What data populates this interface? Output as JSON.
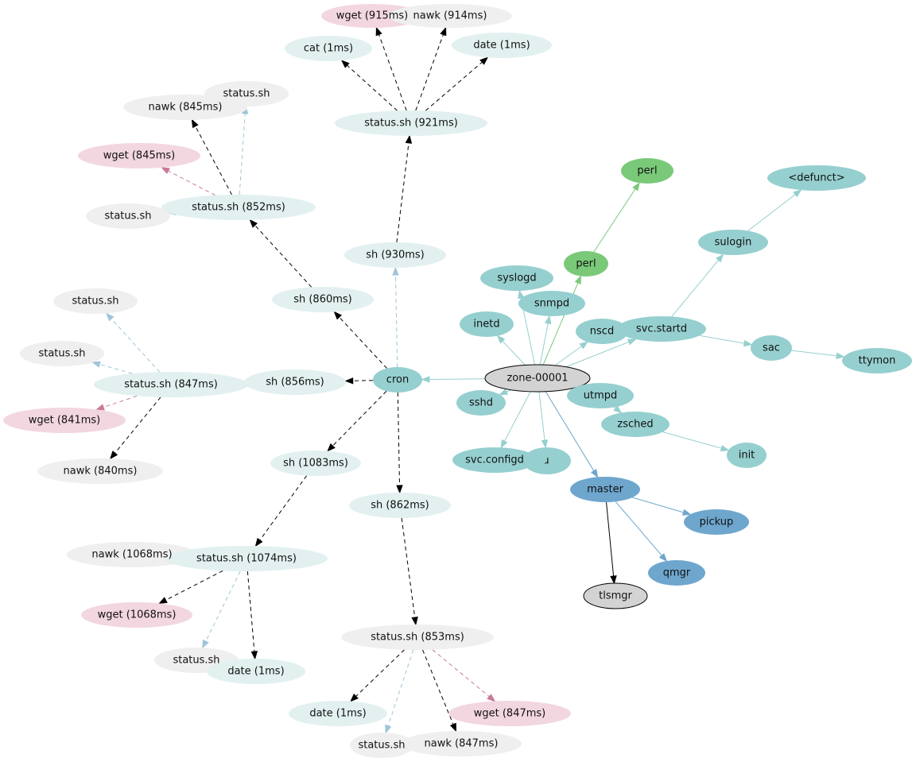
{
  "styles": {
    "cyan": {
      "fill": "#e2f0f0",
      "stroke": "none"
    },
    "gray": {
      "fill": "#efefef",
      "stroke": "none"
    },
    "pink": {
      "fill": "#f2d6e0",
      "stroke": "none"
    },
    "teal": {
      "fill": "#96cfcf",
      "stroke": "none"
    },
    "green": {
      "fill": "#79c979",
      "stroke": "none"
    },
    "blue": {
      "fill": "#6ea6cd",
      "stroke": "none"
    },
    "root": {
      "fill": "#d3d3d3",
      "stroke": "#000000"
    }
  },
  "edge_colors": {
    "black": "#000000",
    "lightblue": "#a0c4d8",
    "pink": "#c9799a",
    "teal": "#96cfcf",
    "green": "#79c979",
    "blue": "#6ea6cd"
  },
  "nodes": [
    {
      "id": "wget915",
      "label": "wget (915ms)",
      "style": "pink"
    },
    {
      "id": "nawk914",
      "label": "nawk (914ms)",
      "style": "gray"
    },
    {
      "id": "cat1",
      "label": "cat (1ms)",
      "style": "cyan"
    },
    {
      "id": "date1top",
      "label": "date (1ms)",
      "style": "cyan"
    },
    {
      "id": "status921",
      "label": "status.sh (921ms)",
      "style": "cyan"
    },
    {
      "id": "status_a",
      "label": "status.sh",
      "style": "gray"
    },
    {
      "id": "nawk845",
      "label": "nawk (845ms)",
      "style": "gray"
    },
    {
      "id": "wget845",
      "label": "wget (845ms)",
      "style": "pink"
    },
    {
      "id": "status852",
      "label": "status.sh (852ms)",
      "style": "cyan"
    },
    {
      "id": "status_b",
      "label": "status.sh",
      "style": "gray"
    },
    {
      "id": "sh930",
      "label": "sh (930ms)",
      "style": "cyan"
    },
    {
      "id": "sh860",
      "label": "sh (860ms)",
      "style": "cyan"
    },
    {
      "id": "status_c",
      "label": "status.sh",
      "style": "gray"
    },
    {
      "id": "status_d",
      "label": "status.sh",
      "style": "gray"
    },
    {
      "id": "status847",
      "label": "status.sh (847ms)",
      "style": "cyan"
    },
    {
      "id": "sh856",
      "label": "sh (856ms)",
      "style": "cyan"
    },
    {
      "id": "cron",
      "label": "cron",
      "style": "teal"
    },
    {
      "id": "wget841",
      "label": "wget (841ms)",
      "style": "pink"
    },
    {
      "id": "nawk840",
      "label": "nawk (840ms)",
      "style": "gray"
    },
    {
      "id": "sh1083",
      "label": "sh (1083ms)",
      "style": "cyan"
    },
    {
      "id": "sh862",
      "label": "sh (862ms)",
      "style": "cyan"
    },
    {
      "id": "nawk1068",
      "label": "nawk (1068ms)",
      "style": "gray"
    },
    {
      "id": "status1074",
      "label": "status.sh (1074ms)",
      "style": "cyan"
    },
    {
      "id": "wget1068",
      "label": "wget (1068ms)",
      "style": "pink"
    },
    {
      "id": "status_e",
      "label": "status.sh",
      "style": "gray"
    },
    {
      "id": "date1b",
      "label": "date (1ms)",
      "style": "cyan"
    },
    {
      "id": "status853",
      "label": "status.sh (853ms)",
      "style": "gray"
    },
    {
      "id": "date1c",
      "label": "date (1ms)",
      "style": "cyan"
    },
    {
      "id": "wget847",
      "label": "wget (847ms)",
      "style": "pink"
    },
    {
      "id": "status_f",
      "label": "status.sh",
      "style": "gray"
    },
    {
      "id": "nawk847",
      "label": "nawk (847ms)",
      "style": "gray"
    },
    {
      "id": "perl1",
      "label": "perl",
      "style": "green"
    },
    {
      "id": "defunct",
      "label": "<defunct>",
      "style": "teal"
    },
    {
      "id": "sulogin",
      "label": "sulogin",
      "style": "teal"
    },
    {
      "id": "perl2",
      "label": "perl",
      "style": "green"
    },
    {
      "id": "syslogd",
      "label": "syslogd",
      "style": "teal"
    },
    {
      "id": "snmpd",
      "label": "snmpd",
      "style": "teal"
    },
    {
      "id": "inetd",
      "label": "inetd",
      "style": "teal"
    },
    {
      "id": "nscd",
      "label": "nscd",
      "style": "teal"
    },
    {
      "id": "svcstartd",
      "label": "svc.startd",
      "style": "teal"
    },
    {
      "id": "sac",
      "label": "sac",
      "style": "teal"
    },
    {
      "id": "ttymon",
      "label": "ttymon",
      "style": "teal"
    },
    {
      "id": "zone",
      "label": "zone-00001",
      "style": "root"
    },
    {
      "id": "sshd",
      "label": "sshd",
      "style": "teal"
    },
    {
      "id": "utmpd",
      "label": "utmpd",
      "style": "teal"
    },
    {
      "id": "zsched",
      "label": "zsched",
      "style": "teal"
    },
    {
      "id": "init",
      "label": "init",
      "style": "teal"
    },
    {
      "id": "svc_j",
      "label": "ɹ",
      "style": "teal"
    },
    {
      "id": "svcconfigd",
      "label": "svc.configd",
      "style": "teal"
    },
    {
      "id": "master",
      "label": "master",
      "style": "blue"
    },
    {
      "id": "pickup",
      "label": "pickup",
      "style": "blue"
    },
    {
      "id": "qmgr",
      "label": "qmgr",
      "style": "blue"
    },
    {
      "id": "tlsmgr",
      "label": "tlsmgr",
      "style": "root"
    }
  ],
  "edges": [
    [
      "cron",
      "sh930",
      "lightblue",
      true
    ],
    [
      "cron",
      "sh860",
      "black",
      true
    ],
    [
      "cron",
      "sh856",
      "black",
      true
    ],
    [
      "cron",
      "sh1083",
      "black",
      true
    ],
    [
      "cron",
      "sh862",
      "black",
      true
    ],
    [
      "sh930",
      "status921",
      "black",
      true
    ],
    [
      "status921",
      "wget915",
      "black",
      true
    ],
    [
      "status921",
      "nawk914",
      "black",
      true
    ],
    [
      "status921",
      "cat1",
      "black",
      true
    ],
    [
      "status921",
      "date1top",
      "black",
      true
    ],
    [
      "sh860",
      "status852",
      "black",
      true
    ],
    [
      "status852",
      "nawk845",
      "black",
      true
    ],
    [
      "status852",
      "status_a",
      "lightblue",
      true
    ],
    [
      "status852",
      "wget845",
      "pink",
      true
    ],
    [
      "status852",
      "status_b",
      "lightblue",
      true
    ],
    [
      "sh856",
      "status847",
      "black",
      true
    ],
    [
      "status847",
      "status_c",
      "lightblue",
      true
    ],
    [
      "status847",
      "status_d",
      "lightblue",
      true
    ],
    [
      "status847",
      "wget841",
      "pink",
      true
    ],
    [
      "status847",
      "nawk840",
      "black",
      true
    ],
    [
      "sh1083",
      "status1074",
      "black",
      true
    ],
    [
      "status1074",
      "nawk1068",
      "black",
      true
    ],
    [
      "status1074",
      "wget1068",
      "black",
      true
    ],
    [
      "status1074",
      "status_e",
      "lightblue",
      true
    ],
    [
      "status1074",
      "date1b",
      "black",
      true
    ],
    [
      "sh862",
      "status853",
      "black",
      true
    ],
    [
      "status853",
      "date1c",
      "black",
      true
    ],
    [
      "status853",
      "status_f",
      "lightblue",
      true
    ],
    [
      "status853",
      "nawk847",
      "black",
      true
    ],
    [
      "status853",
      "wget847",
      "pink",
      true
    ],
    [
      "zone",
      "cron",
      "teal",
      false
    ],
    [
      "zone",
      "syslogd",
      "teal",
      false
    ],
    [
      "zone",
      "snmpd",
      "teal",
      false
    ],
    [
      "zone",
      "inetd",
      "teal",
      false
    ],
    [
      "zone",
      "nscd",
      "teal",
      false
    ],
    [
      "zone",
      "svcstartd",
      "teal",
      false
    ],
    [
      "zone",
      "sshd",
      "teal",
      false
    ],
    [
      "zone",
      "utmpd",
      "teal",
      false
    ],
    [
      "zone",
      "svcconfigd",
      "teal",
      false
    ],
    [
      "zone",
      "svc_j",
      "teal",
      false
    ],
    [
      "zone",
      "perl2",
      "green",
      false
    ],
    [
      "zone",
      "master",
      "blue",
      false
    ],
    [
      "perl2",
      "perl1",
      "green",
      false
    ],
    [
      "svcstartd",
      "sulogin",
      "teal",
      false
    ],
    [
      "svcstartd",
      "sac",
      "teal",
      false
    ],
    [
      "sulogin",
      "defunct",
      "teal",
      false
    ],
    [
      "sac",
      "ttymon",
      "teal",
      false
    ],
    [
      "utmpd",
      "zsched",
      "teal",
      false
    ],
    [
      "zsched",
      "init",
      "teal",
      false
    ],
    [
      "master",
      "pickup",
      "blue",
      false
    ],
    [
      "master",
      "qmgr",
      "blue",
      false
    ],
    [
      "master",
      "tlsmgr",
      "black",
      false
    ]
  ]
}
